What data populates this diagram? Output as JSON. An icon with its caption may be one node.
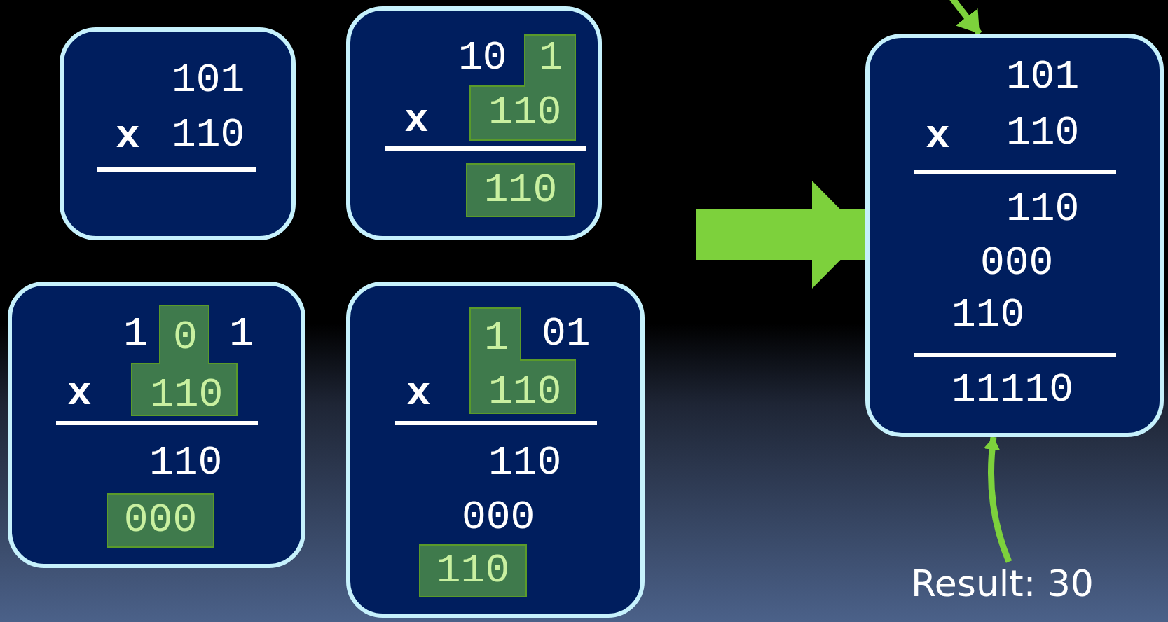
{
  "diagram": {
    "nodes": [
      {
        "text": [
          "101",
          "x",
          "110"
        ]
      },
      {
        "text": [
          "10",
          "x"
        ]
      },
      {
        "text": [
          "1",
          "110"
        ],
        "in": 1
      },
      {
        "text": [
          "110"
        ],
        "in": 1
      },
      {
        "text": [
          "1",
          "1",
          "x",
          "110"
        ]
      },
      {
        "text": [
          "0",
          "110"
        ],
        "in": 4
      },
      {
        "text": [
          "000"
        ],
        "in": 4
      },
      {
        "text": [
          "01",
          "x",
          "110",
          "000"
        ]
      },
      {
        "text": [
          "1",
          "110"
        ],
        "in": 7
      },
      {
        "text": [
          "110"
        ],
        "in": 7
      },
      {
        "text": [
          "101",
          "x",
          "110",
          "110",
          "000",
          "110",
          "11110"
        ]
      },
      {
        "text": [
          "Result: 30"
        ]
      }
    ],
    "edges": [
      {
        "from": null,
        "to": 10,
        "arrow": "to",
        "style": "thick"
      },
      {
        "from": null,
        "to": 10,
        "arrow": "to"
      },
      {
        "from": 11,
        "to": 10,
        "arrow": "to"
      }
    ]
  }
}
